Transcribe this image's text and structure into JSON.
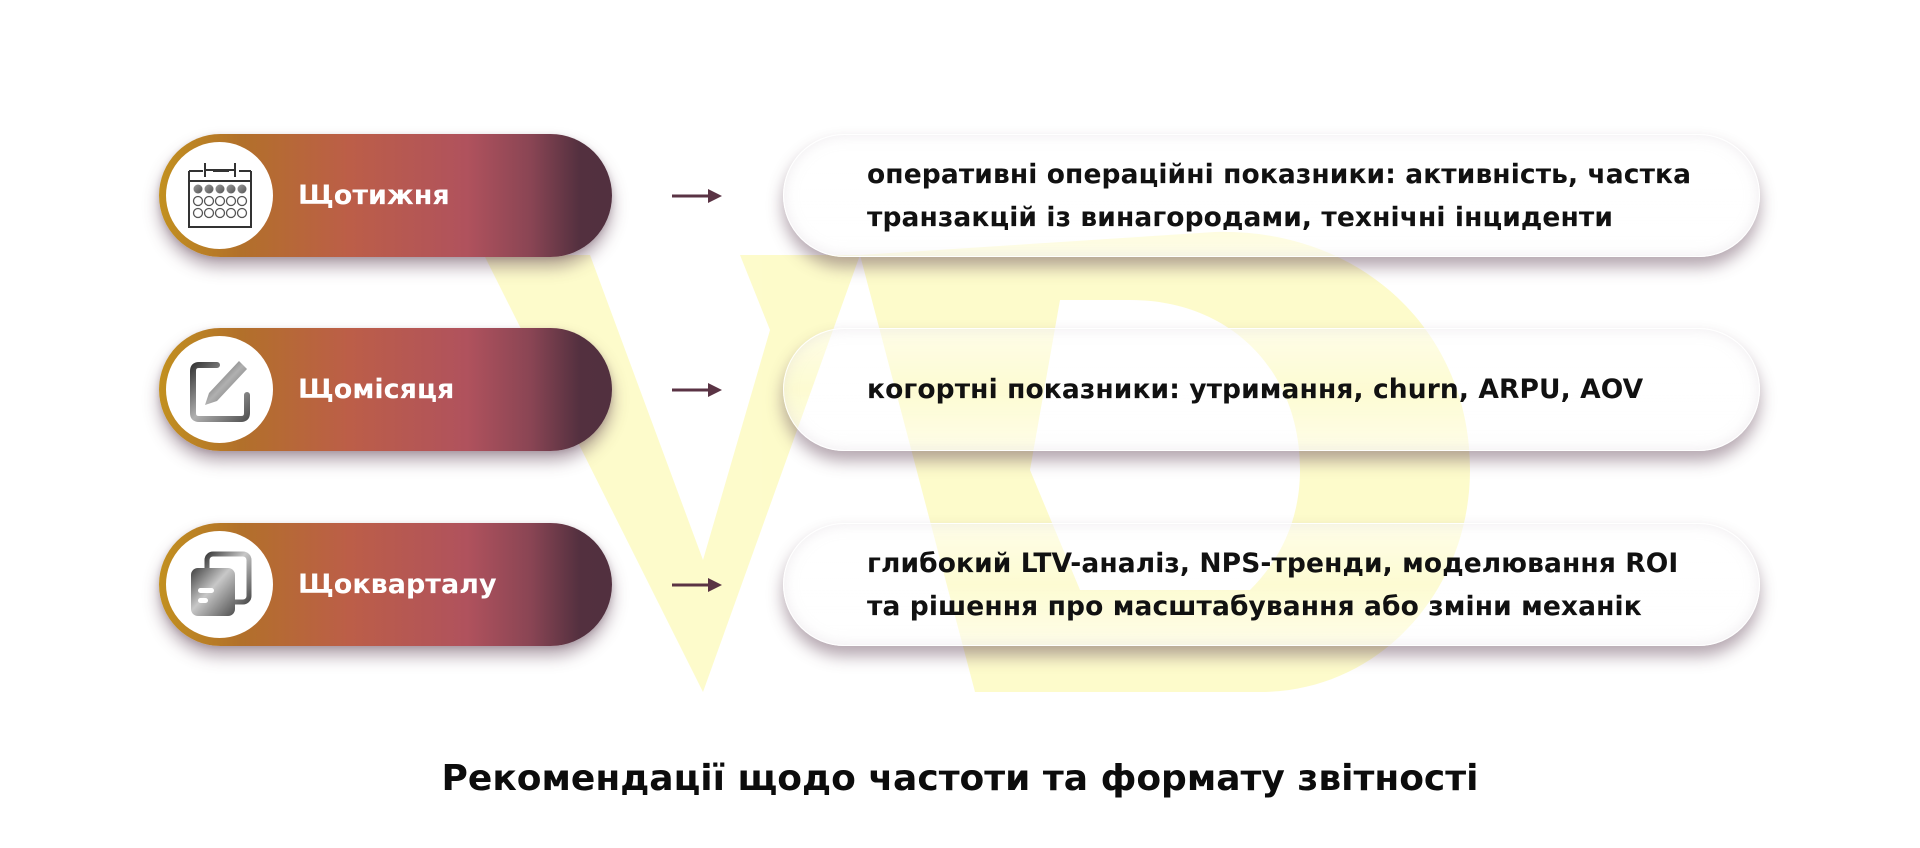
{
  "diagram": {
    "title": "Рекомендації щодо частоти та формату звітності",
    "rows": [
      {
        "label": "Щотижня",
        "icon": "calendar-icon",
        "description": "оперативні операційні показники: активність, частка транзакцій із винагородами, технічні інциденти"
      },
      {
        "label": "Щомісяця",
        "icon": "edit-pencil-icon",
        "description": "когортні показники: утримання, churn, ARPU, AOV"
      },
      {
        "label": "Щокварталу",
        "icon": "documents-copy-icon",
        "description": "глибокий LTV-аналіз, NPS-тренди, моделювання ROI та рішення про масштабування або зміни механік"
      }
    ],
    "connector": "arrow-right-icon"
  },
  "colors": {
    "pill_gradient": [
      "#c2901f",
      "#bc5e48",
      "#b0525d",
      "#52303f"
    ],
    "arrow": "#5a3344",
    "watermark": "#fdfccc",
    "text": "#111111"
  }
}
